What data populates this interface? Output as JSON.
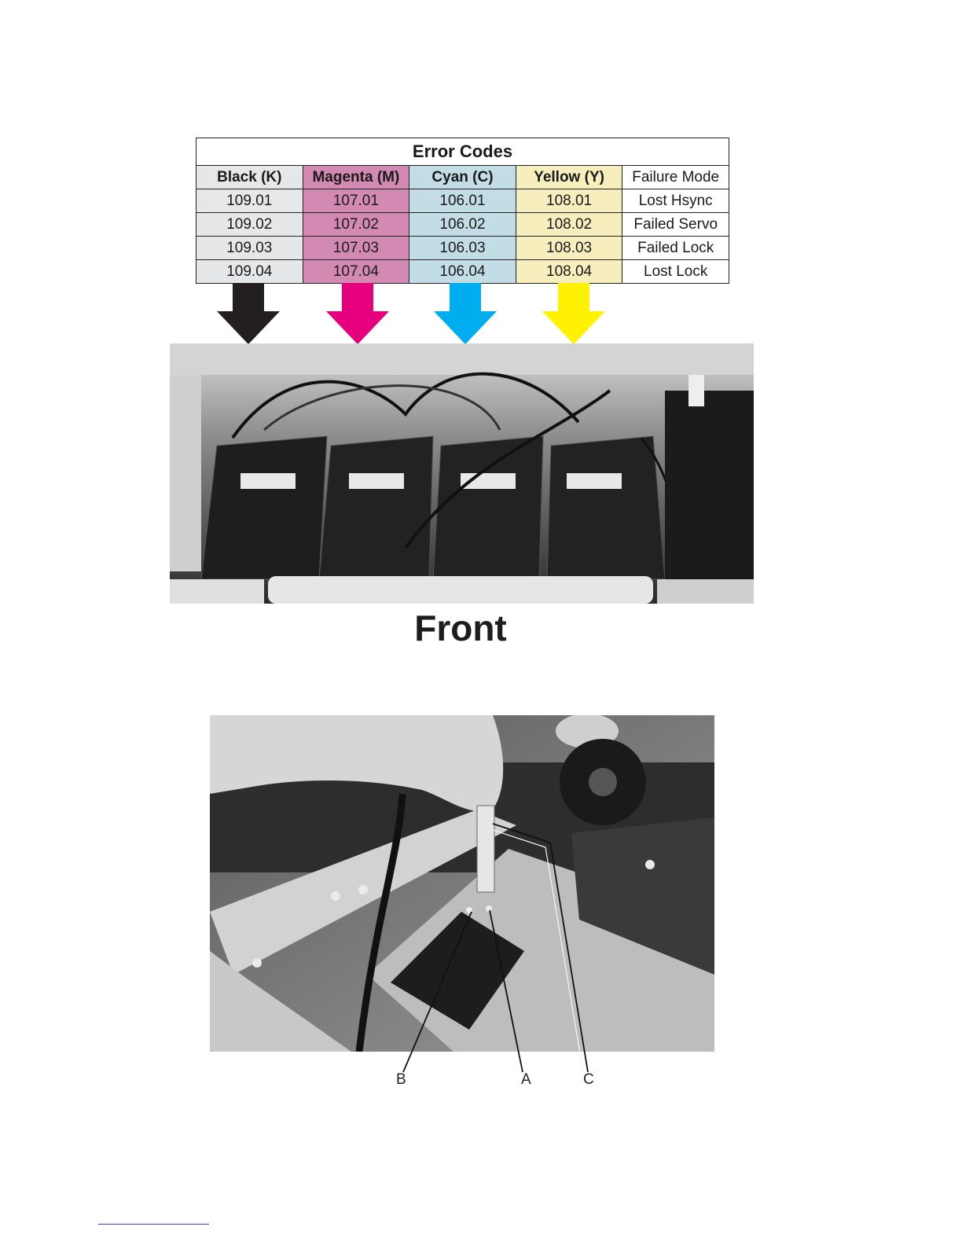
{
  "table": {
    "title": "Error Codes",
    "headers": [
      "Black (K)",
      "Magenta (M)",
      "Cyan (C)",
      "Yellow (Y)",
      "Failure Mode"
    ],
    "rows": [
      [
        "109.01",
        "107.01",
        "106.01",
        "108.01",
        "Lost Hsync"
      ],
      [
        "109.02",
        "107.02",
        "106.02",
        "108.02",
        "Failed Servo"
      ],
      [
        "109.03",
        "107.03",
        "106.03",
        "108.03",
        "Failed Lock"
      ],
      [
        "109.04",
        "107.04",
        "106.04",
        "108.04",
        "Lost Lock"
      ]
    ],
    "column_colors": [
      "#e6e7e9",
      "#d38ab2",
      "#c3dde6",
      "#f6eebd",
      "#ffffff"
    ]
  },
  "arrows": [
    {
      "name": "black-arrow",
      "color": "#231f20"
    },
    {
      "name": "magenta-arrow",
      "color": "#e6007e"
    },
    {
      "name": "cyan-arrow",
      "color": "#00aeef"
    },
    {
      "name": "yellow-arrow",
      "color": "#fff200"
    }
  ],
  "front_label": "Front",
  "callouts": {
    "b": "B",
    "a": "A",
    "c": "C"
  }
}
